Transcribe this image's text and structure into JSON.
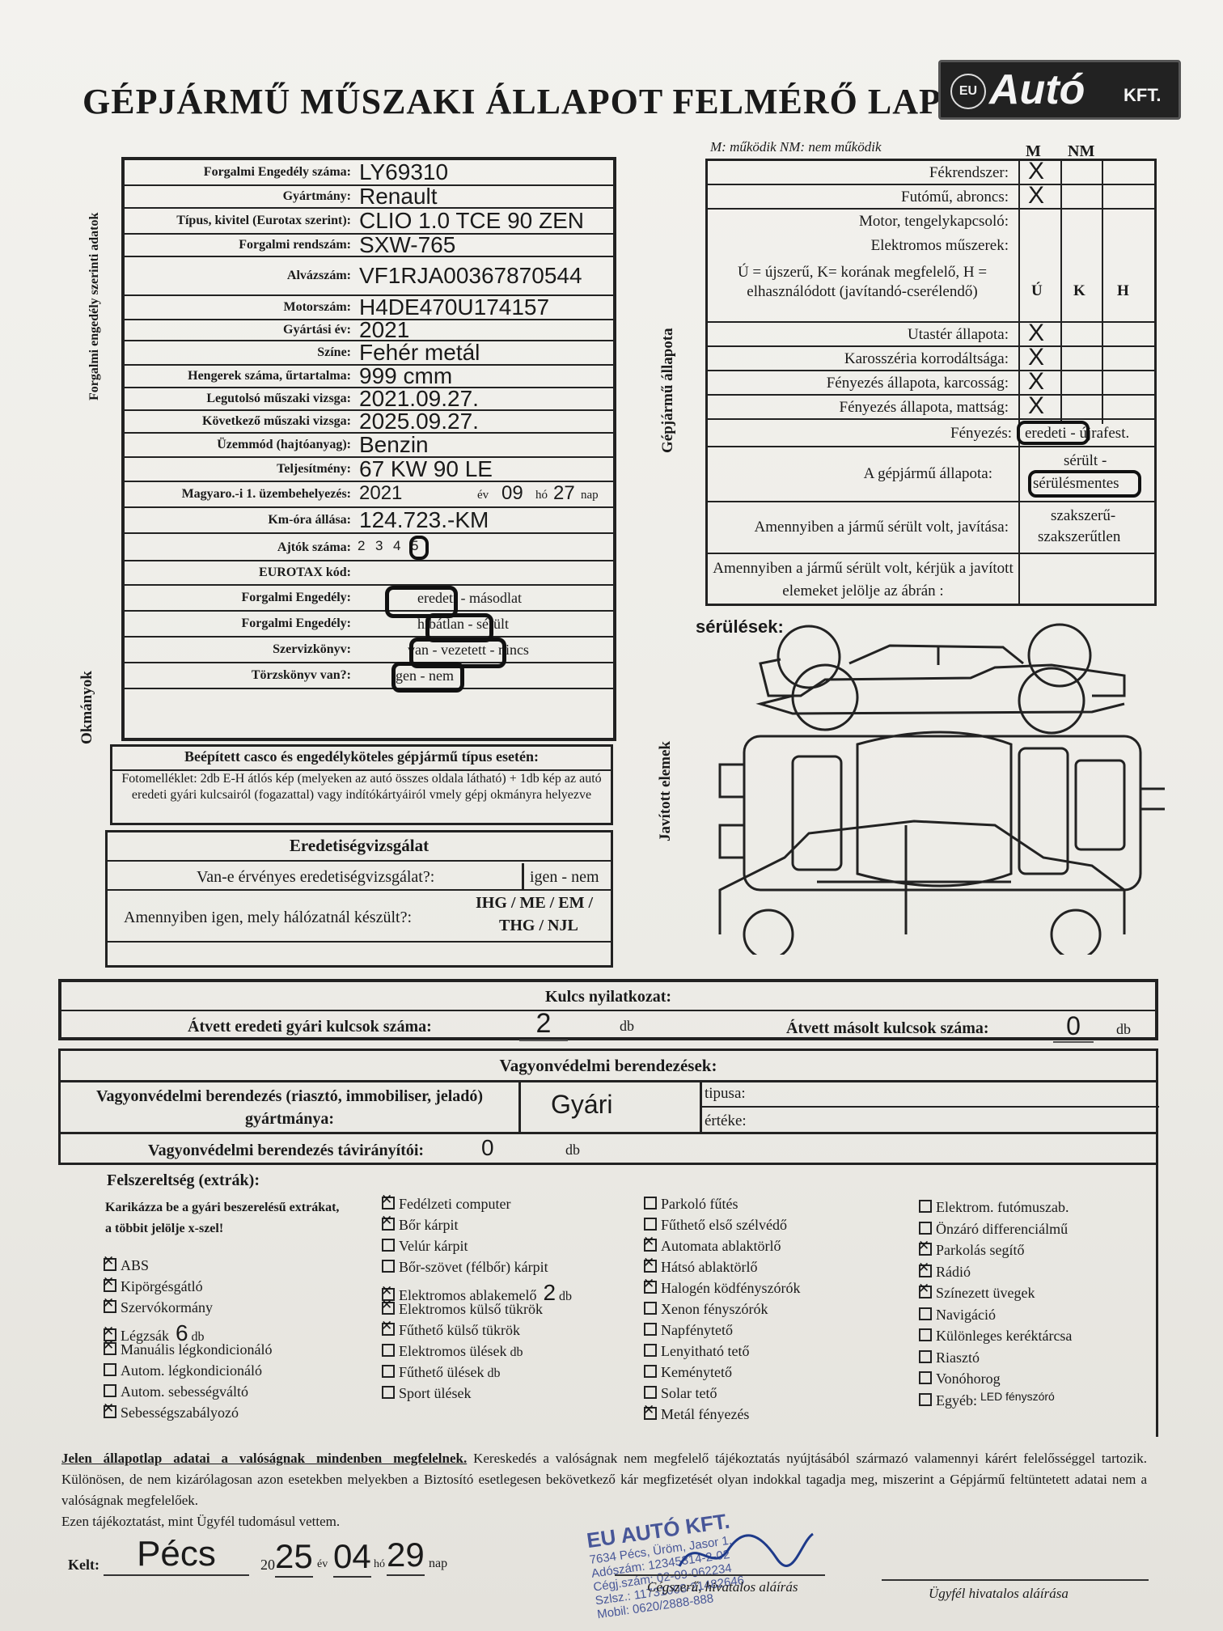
{
  "header": {
    "title": "GÉPJÁRMŰ MŰSZAKI ÁLLAPOT FELMÉRŐ LAP",
    "logo_eu": "EU",
    "logo_name": "Autó",
    "logo_kft": "KFT."
  },
  "side_labels": {
    "forgalmi": "Forgalmi engedély szerinti adatok",
    "okmanyok": "Okmányok",
    "gepjarmu_allapota": "Gépjármű állapota",
    "javitott": "Javított elemek"
  },
  "vehicle": [
    {
      "label": "Forgalmi Engedély száma:",
      "value": "LY69310"
    },
    {
      "label": "Gyártmány:",
      "value": "Renault"
    },
    {
      "label": "Típus, kivitel (Eurotax szerint):",
      "value": "CLIO 1.0 TCE 90 ZEN"
    },
    {
      "label": "Forgalmi rendszám:",
      "value": "SXW-765"
    },
    {
      "label": "Alvázszám:",
      "value": "VF1RJA00367870544"
    },
    {
      "label": "Motorszám:",
      "value": "H4DE470U174157"
    },
    {
      "label": "Gyártási év:",
      "value": "2021"
    },
    {
      "label": "Színe:",
      "value": "Fehér metál"
    },
    {
      "label": "Hengerek száma, űrtartalma:",
      "value": "999 cmm"
    },
    {
      "label": "Legutolsó műszaki vizsga:",
      "value": "2021.09.27."
    },
    {
      "label": "Következő műszaki vizsga:",
      "value": "2025.09.27."
    },
    {
      "label": "Üzemmód (hajtóanyag):",
      "value": "Benzin"
    },
    {
      "label": "Teljesítmény:",
      "value": "67 KW 90 LE"
    }
  ],
  "first_reg": {
    "label": "Magyaro.-i 1. üzembehelyezés:",
    "year": "2021",
    "ev": "év",
    "month": "09",
    "ho": "hó",
    "day": "27",
    "nap": "nap"
  },
  "km": {
    "label": "Km-óra állása:",
    "value": "124.723.-KM"
  },
  "doors": {
    "label": "Ajtók száma:",
    "options": [
      "2",
      "3",
      "4",
      "5"
    ]
  },
  "documents": [
    {
      "label": "EUROTAX kód:",
      "value": ""
    },
    {
      "label": "Forgalmi Engedély:",
      "value": "eredeti - másodlat"
    },
    {
      "label": "Forgalmi Engedély:",
      "value": "hibátlan - sérült"
    },
    {
      "label": "Szervizkönyv:",
      "value": "van - vezetett - nincs"
    },
    {
      "label": "Törzskönyv van?:",
      "value": "igen - nem"
    }
  ],
  "casco": {
    "title": "Beépített casco és engedélyköteles gépjármű típus esetén:",
    "text": "Fotomelléklet: 2db E-H átlós kép (melyeken az autó összes oldala látható) + 1db kép az autó eredeti gyári kulcsairól (fogazattal) vagy indítókártyáiról vmely gépj okmányra helyezve"
  },
  "origin": {
    "title": "Eredetiségvizsgálat",
    "q1": "Van-e érvényes eredetiségvizsgálat?:",
    "a1": "igen - nem",
    "q2": "Amennyiben igen, mely hálózatnál készült?:",
    "a2_line1": "IHG / ME / EM /",
    "a2_line2": "THG / NJL"
  },
  "condition": {
    "legend": "M: működik   NM: nem működik",
    "col_m": "M",
    "col_nm": "NM",
    "items": [
      {
        "label": "Fékrendszer:",
        "mark": "X"
      },
      {
        "label": "Futómű, abroncs:",
        "mark": "X"
      },
      {
        "label": "Motor, tengelykapcsoló:",
        "mark": ""
      },
      {
        "label": "Elektromos műszerek:",
        "mark": ""
      }
    ],
    "legend2": "Ú = újszerű, K= korának megfelelő, H = elhasználódott (javítandó-cserélendő)",
    "col_u": "Ú",
    "col_k": "K",
    "col_h": "H",
    "items2": [
      {
        "label": "Utastér állapota:",
        "mark": "X"
      },
      {
        "label": "Karosszéria korrodáltsága:",
        "mark": "X"
      },
      {
        "label": "Fényezés állapota, karcosság:",
        "mark": "X"
      },
      {
        "label": "Fényezés állapota, mattság:",
        "mark": "X"
      }
    ],
    "paint_label": "Fényezés:",
    "paint_value": "eredeti - újrafest.",
    "state_label": "A gépjármű állapota:",
    "state_line1": "sérült -",
    "state_line2": "sérülésmentes",
    "repair_label": "Amennyiben a jármű sérült volt, javítása:",
    "repair_line1": "szakszerű-",
    "repair_line2": "szakszerűtlen",
    "mark_label": "Amennyiben a jármű sérült volt, kérjük a javított elemeket jelölje az ábrán :"
  },
  "damage_label": "sérülések:",
  "keys": {
    "title": "Kulcs nyilatkozat:",
    "orig_label": "Átvett eredeti gyári kulcsok száma:",
    "orig_value": "2",
    "db": "db",
    "copy_label": "Átvett másolt kulcsok száma:",
    "copy_value": "0"
  },
  "security": {
    "title": "Vagyonvédelmi berendezések:",
    "make_label": "Vagyonvédelmi berendezés (riasztó, immobiliser, jeladó) gyártmánya:",
    "make_value": "Gyári",
    "type_label": "tipusa:",
    "value_label": "értéke:",
    "remote_label": "Vagyonvédelmi berendezés távirányítói:",
    "remote_value": "0",
    "db": "db"
  },
  "extras": {
    "title": "Felszereltség (extrák):",
    "instruction": "Karikázza be a gyári beszerelésű extrákat, a többit jelölje x-szel!",
    "col1": [
      {
        "t": "ABS",
        "x": true
      },
      {
        "t": "Kipörgésgátló",
        "x": true
      },
      {
        "t": "Szervókormány",
        "x": true
      },
      {
        "t": "Légzsák",
        "x": true,
        "n": "6",
        "u": "db"
      },
      {
        "t": "Manuális légkondicionáló",
        "x": true
      },
      {
        "t": "Autom. légkondicionáló",
        "x": false
      },
      {
        "t": "Autom. sebességváltó",
        "x": false
      },
      {
        "t": "Sebességszabályozó",
        "x": true
      }
    ],
    "col2": [
      {
        "t": "Fedélzeti computer",
        "x": true
      },
      {
        "t": "Bőr kárpit",
        "x": true
      },
      {
        "t": "Velúr kárpit",
        "x": false
      },
      {
        "t": "Bőr-szövet (félbőr) kárpit",
        "x": false
      },
      {
        "t": "Elektromos ablakemelő",
        "x": true,
        "n": "2",
        "u": "db"
      },
      {
        "t": "Elektromos külső tükrök",
        "x": true
      },
      {
        "t": "Fűthető külső tükrök",
        "x": true
      },
      {
        "t": "Elektromos ülések",
        "x": false,
        "u": "db"
      },
      {
        "t": "Fűthető ülések",
        "x": false,
        "u": "db"
      },
      {
        "t": "Sport ülések",
        "x": false
      }
    ],
    "col3": [
      {
        "t": "Parkoló fűtés",
        "x": false
      },
      {
        "t": "Fűthető első szélvédő",
        "x": false
      },
      {
        "t": "Automata ablaktörlő",
        "x": true
      },
      {
        "t": "Hátsó ablaktörlő",
        "x": true
      },
      {
        "t": "Halogén ködfényszórók",
        "x": true
      },
      {
        "t": "Xenon fényszórók",
        "x": false
      },
      {
        "t": "Napfénytető",
        "x": false
      },
      {
        "t": "Lenyitható tető",
        "x": false
      },
      {
        "t": "Keménytető",
        "x": false
      },
      {
        "t": "Solar tető",
        "x": false
      },
      {
        "t": "Metál fényezés",
        "x": true
      }
    ],
    "col4": [
      {
        "t": "Elektrom. futómuszab.",
        "x": false
      },
      {
        "t": "Önzáró differenciálmű",
        "x": false
      },
      {
        "t": "Parkolás segítő",
        "x": true
      },
      {
        "t": "Rádió",
        "x": true
      },
      {
        "t": "Színezett üvegek",
        "x": true
      },
      {
        "t": "Navigáció",
        "x": false
      },
      {
        "t": "Különleges keréktárcsa",
        "x": false
      },
      {
        "t": "Riasztó",
        "x": false
      },
      {
        "t": "Vonóhorog",
        "x": false
      },
      {
        "t": "Egyéb:",
        "x": false,
        "n": "LED fényszóró"
      }
    ]
  },
  "declaration": {
    "p1": "Jelen állapotlap adatai a valóságnak mindenben megfelelnek.",
    "p2": " Kereskedés a valóságnak nem megfelelő tájékoztatás nyújtásából származó valamennyi kárért felelősséggel tartozik. Különösen, de nem kizárólagosan azon esetekben melyekben a Biztosító esetlegesen bekövetkező kár megfizetését olyan indokkal tagadja meg, miszerint a Gépjármű feltüntetett adatai nem a valóságnak megfelelőek.",
    "p3": "Ezen tájékoztatást, mint Ügyfél tudomásul vettem."
  },
  "sign": {
    "kelt": "Kelt:",
    "city": "Pécs",
    "year_prefix": "20",
    "year": "25",
    "ev": "év",
    "month": "04",
    "ho": "hó",
    "day": "29",
    "nap": "nap",
    "dealer_caption": "Cégszerű, hivatalos aláírás",
    "client_caption": "Ügyfél hivatalos aláírása"
  },
  "stamp": {
    "line1": "EU AUTÓ KFT.",
    "line2": "7634 Pécs, Üröm, Jasor 1.",
    "line3": "Adószám: 12345314-2-02",
    "line4": "Cégj.szám: 02-09-062234",
    "line5": "Szlsz.: 11731008-21482646",
    "line6": "Mobil: 0620/2888-888"
  }
}
